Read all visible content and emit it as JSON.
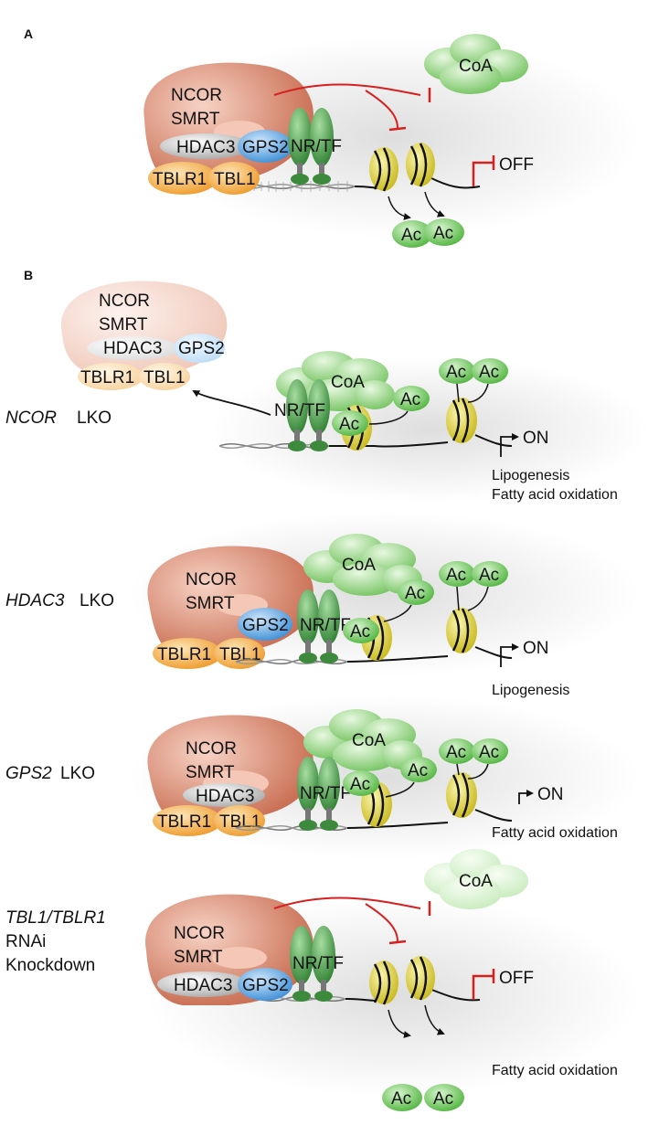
{
  "panel_a": {
    "letter": "A",
    "complex": {
      "ncor": "NCOR",
      "smrt": "SMRT",
      "hdac3": "HDAC3",
      "gps2": "GPS2",
      "tblr1": "TBLR1",
      "tbl1": "TBL1"
    },
    "nr_tf": "NR/TF",
    "coa": "CoA",
    "ac": "Ac",
    "state": "OFF"
  },
  "panel_b": {
    "letter": "B",
    "ncor_lko": {
      "label_gene": "NCOR",
      "label_suffix": " LKO",
      "complex": {
        "ncor": "NCOR",
        "smrt": "SMRT",
        "hdac3": "HDAC3",
        "gps2": "GPS2",
        "tblr1": "TBLR1",
        "tbl1": "TBL1"
      },
      "nr_tf": "NR/TF",
      "coa": "CoA",
      "ac": "Ac",
      "state": "ON",
      "outcomes": [
        "Lipogenesis",
        "Fatty acid oxidation"
      ]
    },
    "hdac3_lko": {
      "label_gene": "HDAC3",
      "label_suffix": " LKO",
      "complex": {
        "ncor": "NCOR",
        "smrt": "SMRT",
        "gps2": "GPS2",
        "tblr1": "TBLR1",
        "tbl1": "TBL1"
      },
      "nr_tf": "NR/TF",
      "coa": "CoA",
      "ac": "Ac",
      "state": "ON",
      "outcomes": [
        "Lipogenesis"
      ]
    },
    "gps2_lko": {
      "label_gene": "GPS2",
      "label_suffix": " LKO",
      "complex": {
        "ncor": "NCOR",
        "smrt": "SMRT",
        "hdac3": "HDAC3",
        "tblr1": "TBLR1",
        "tbl1": "TBL1"
      },
      "nr_tf": "NR/TF",
      "coa": "CoA",
      "ac": "Ac",
      "state": "ON",
      "outcomes": [
        "Fatty acid oxidation"
      ]
    },
    "tbl_knockdown": {
      "label_gene": "TBL1/TBLR1",
      "label_lines": [
        "RNAi",
        "Knockdown"
      ],
      "complex": {
        "ncor": "NCOR",
        "smrt": "SMRT",
        "hdac3": "HDAC3",
        "gps2": "GPS2"
      },
      "nr_tf": "NR/TF",
      "coa": "CoA",
      "ac": "Ac",
      "state": "OFF",
      "outcomes": [
        "Fatty acid oxidation"
      ]
    }
  },
  "colors": {
    "ncor": "#d98a72",
    "hdac3": "#c9c9c9",
    "gps2": "#5aa3e0",
    "tbl": "#f2a83a",
    "nr": "#3f9a3f",
    "coa": "#9ad88a",
    "ac": "#6fcf5e",
    "nucleosome": "#e6d82a",
    "repress": "#d62020"
  }
}
